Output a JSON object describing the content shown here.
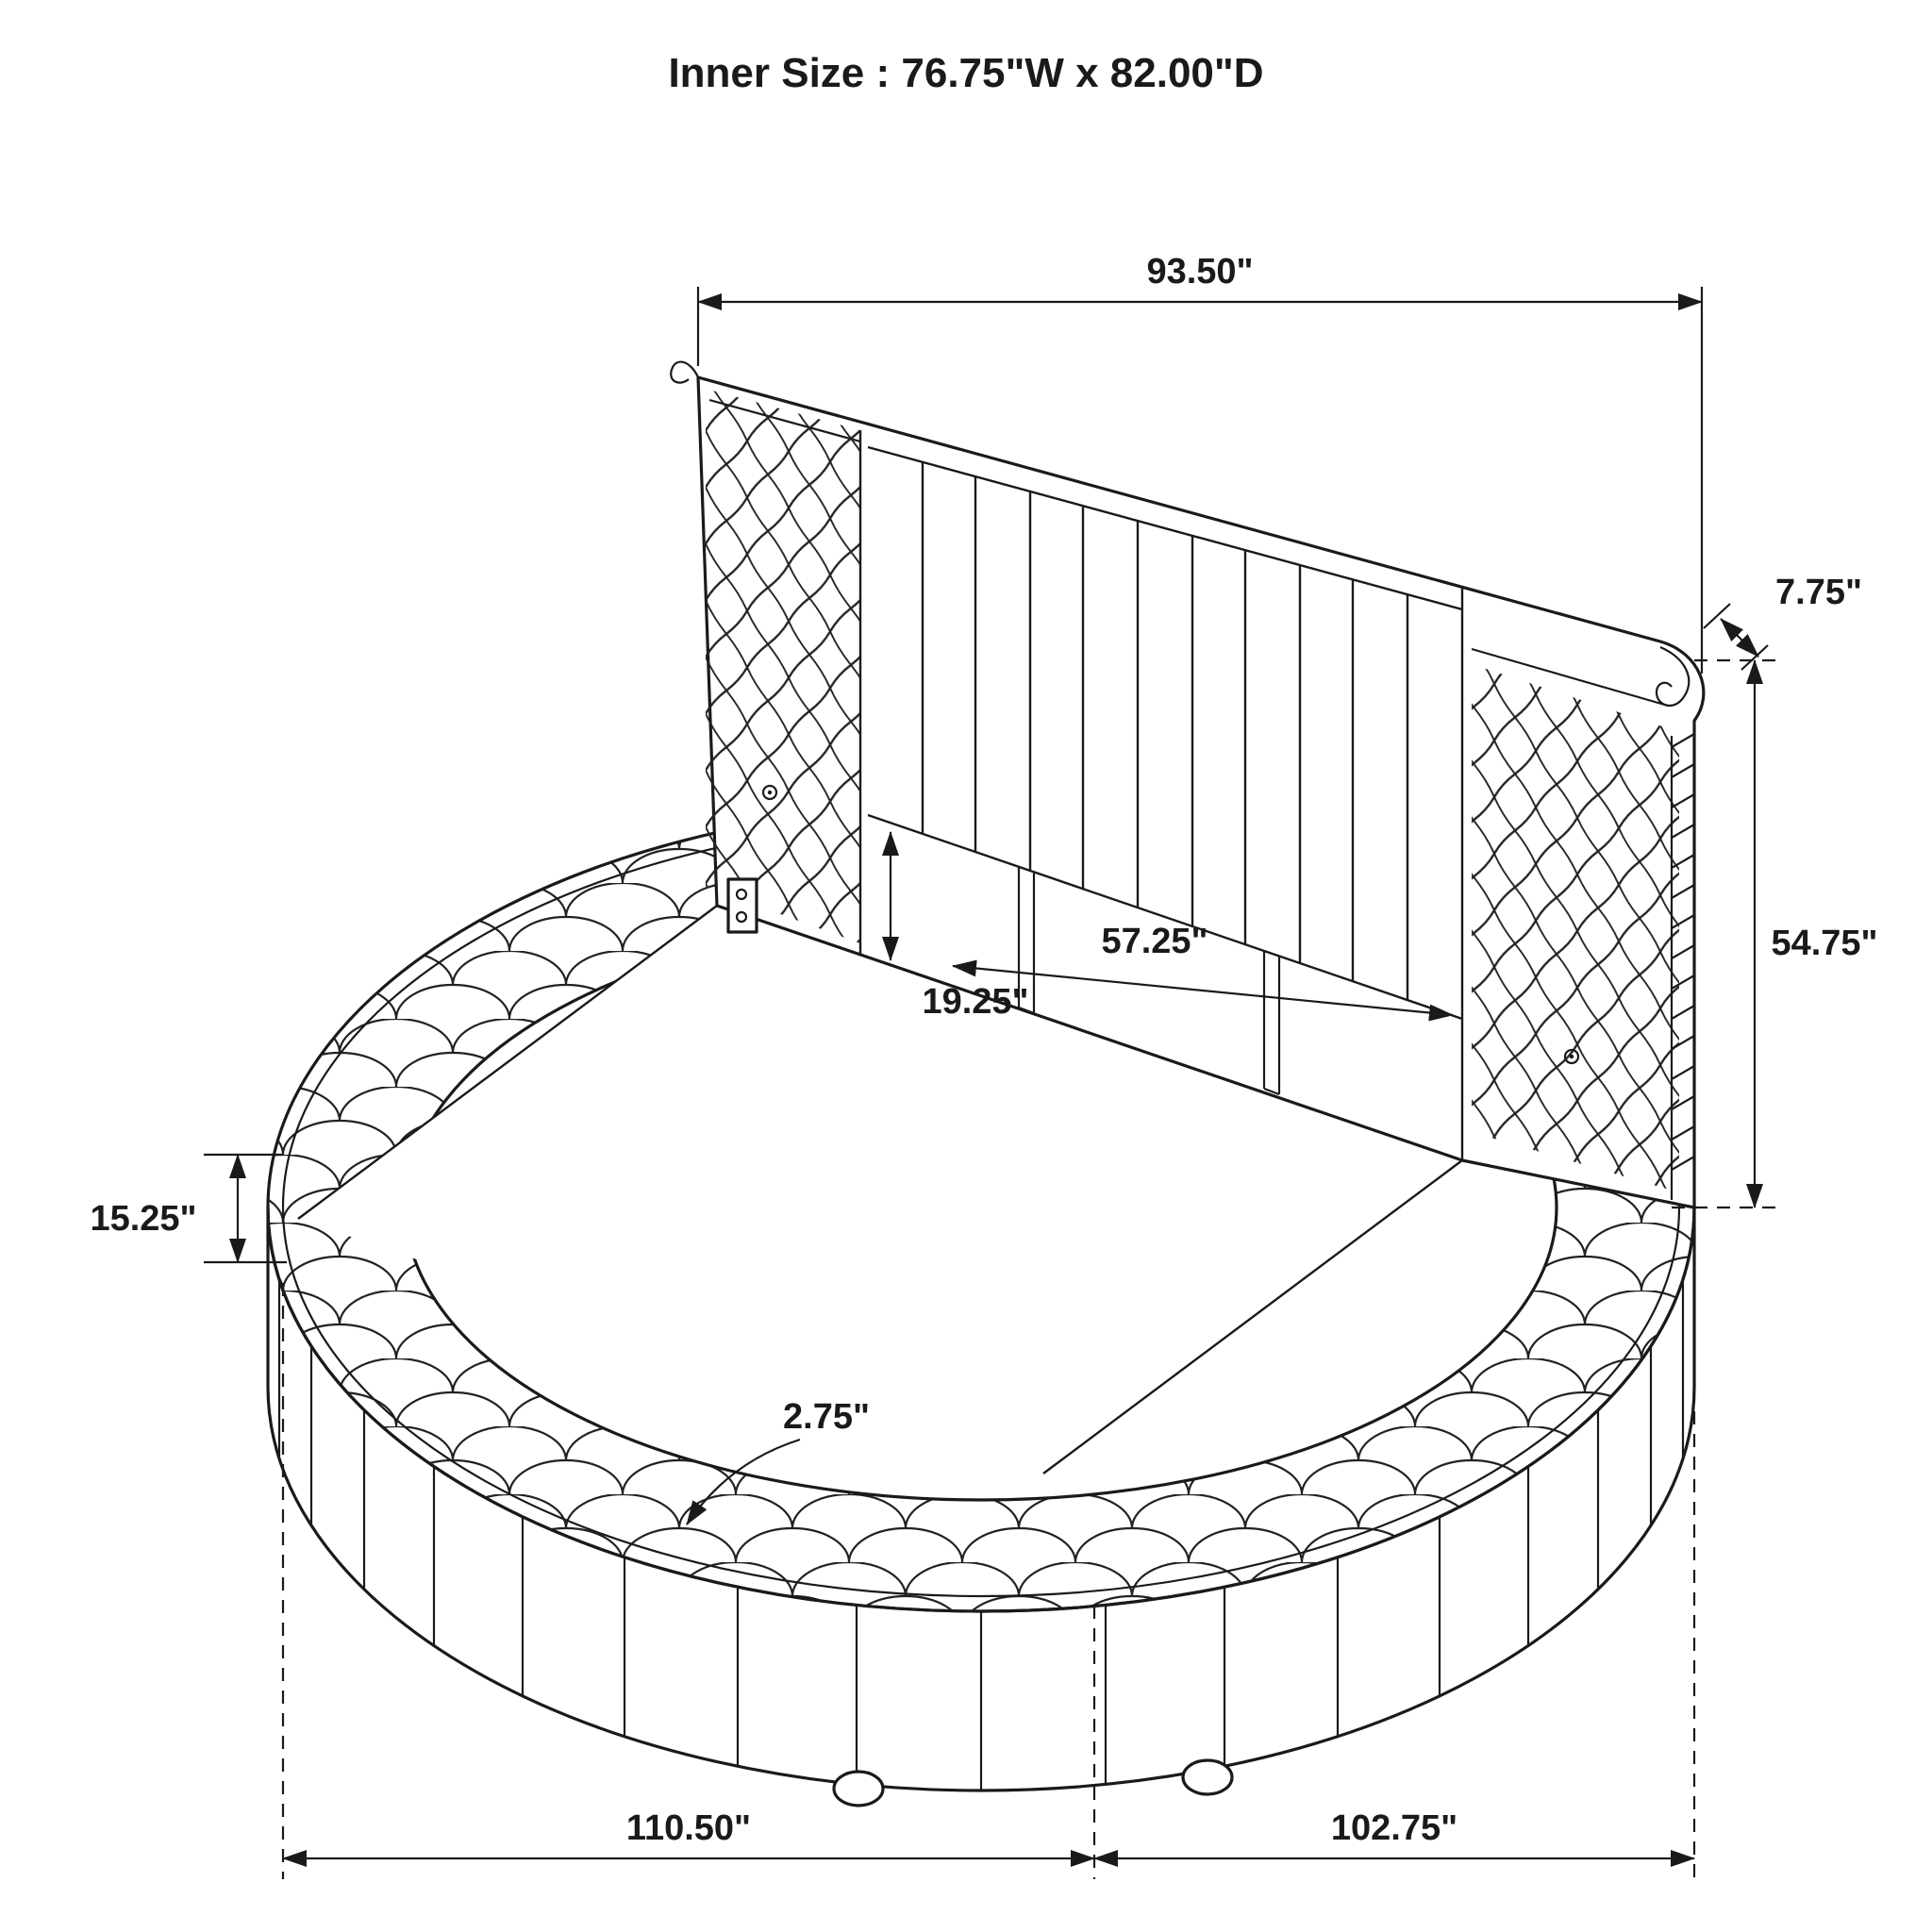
{
  "title": "Inner Size : 76.75\"W x 82.00\"D",
  "dims": {
    "headboard_width": "93.50\"",
    "scroll_depth": "7.75\"",
    "headboard_height": "54.75\"",
    "headboard_panel_gap": "19.25\"",
    "inner_headboard_width": "57.25\"",
    "platform_rim_height": "15.25\"",
    "rim_lip_thickness": "2.75\"",
    "overall_depth_left": "110.50\"",
    "overall_width_right": "102.75\""
  },
  "colors": {
    "line": "#1a1a1a",
    "background": "#ffffff"
  }
}
